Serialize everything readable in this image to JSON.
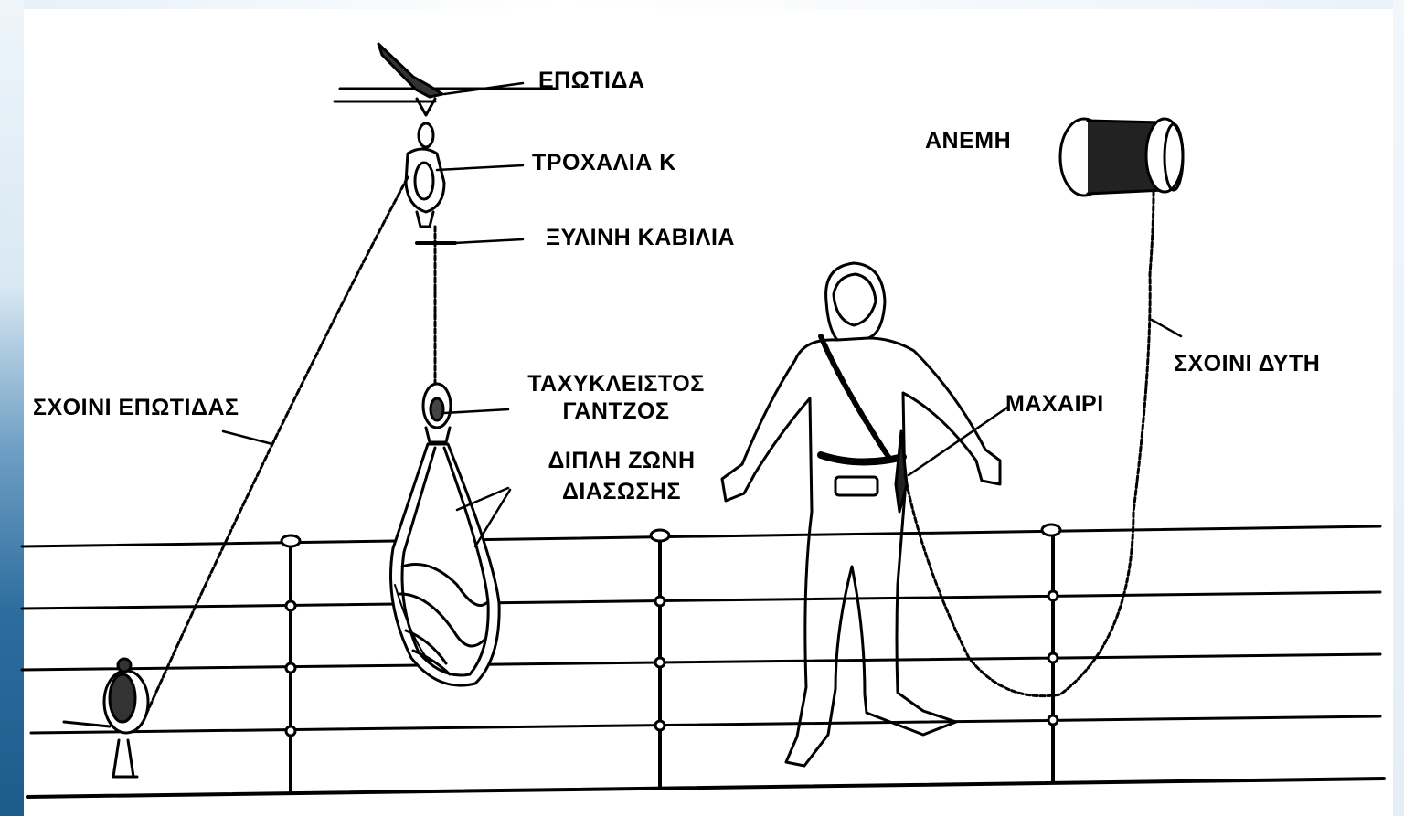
{
  "labels": {
    "epotida": "ΕΠΩΤΙΔΑ",
    "trochalia": "ΤΡΟΧΑΛΙΑ Κ",
    "xylini_kavilia": "ΞΥΛΙΝΗ ΚΑΒΙΛΙΑ",
    "anemi": "ΑΝΕΜΗ",
    "schoini_epotidas": "ΣΧΟΙΝΙ ΕΠΩΤΙΔΑΣ",
    "tachykleistos_line1": "ΤΑΧΥΚΛΕΙΣΤΟΣ",
    "tachykleistos_line2": "ΓΑΝΤΖΟΣ",
    "dipli_zoni_line1": "ΔΙΠΛΗ ΖΩΝΗ",
    "dipli_zoni_line2": "ΔΙΑΣΩΣΗΣ",
    "machairi": "ΜΑΧΑΙΡΙ",
    "schoini_dyti": "ΣΧΟΙΝΙ ΔΥΤΗ"
  },
  "colors": {
    "ink": "#000000",
    "background": "#ffffff",
    "sea_edge": "#2d6d9e"
  }
}
